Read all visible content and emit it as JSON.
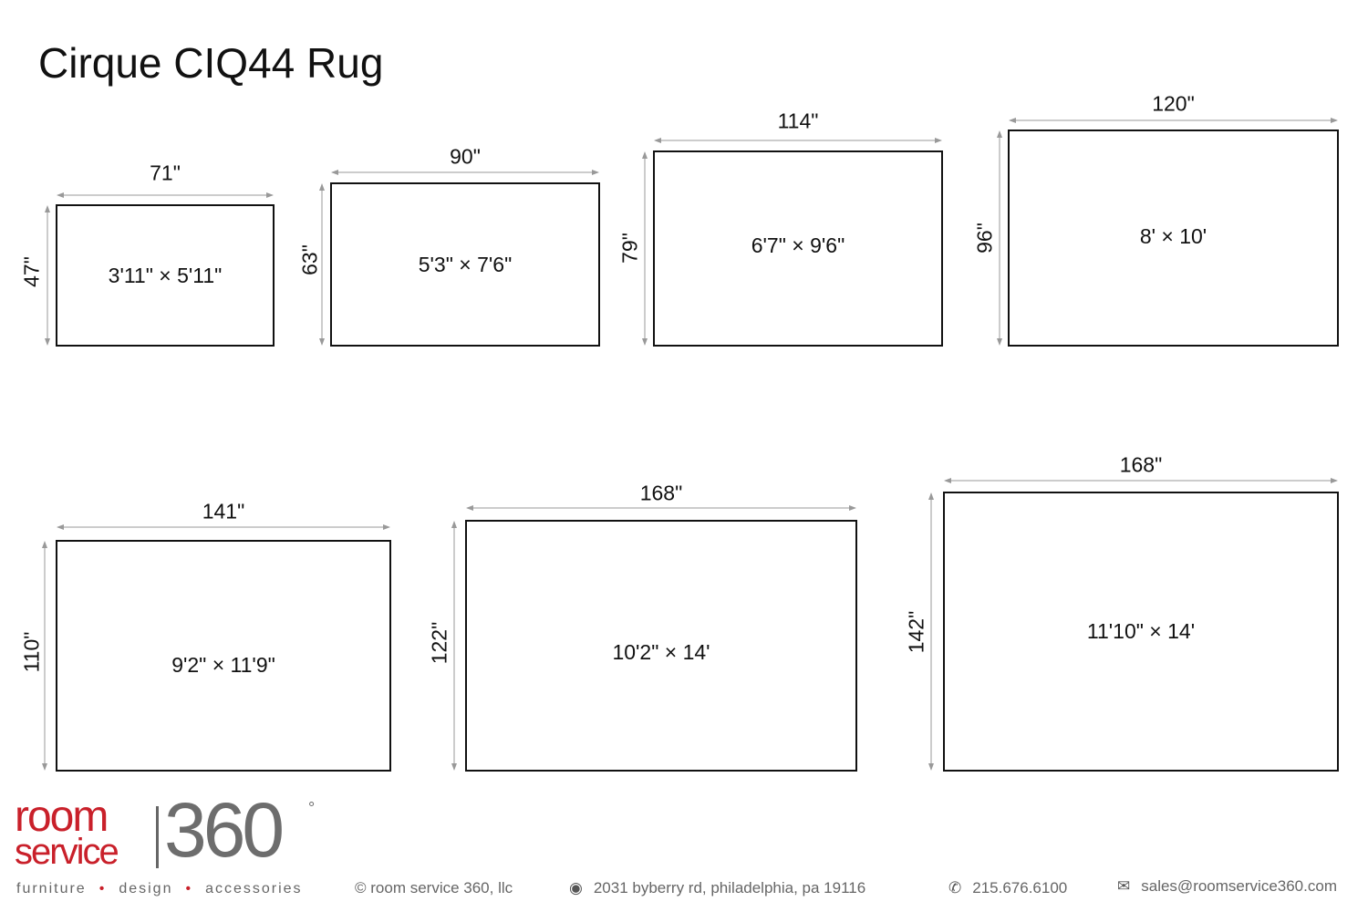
{
  "title": "Cirque CIQ44 Rug",
  "rugs": [
    {
      "width_label": "71\"",
      "height_label": "47\"",
      "size_label": "3'11\" × 5'11\""
    },
    {
      "width_label": "90\"",
      "height_label": "63\"",
      "size_label": "5'3\" × 7'6\""
    },
    {
      "width_label": "114\"",
      "height_label": "79\"",
      "size_label": "6'7\" × 9'6\""
    },
    {
      "width_label": "120\"",
      "height_label": "96\"",
      "size_label": "8' × 10'"
    },
    {
      "width_label": "141\"",
      "height_label": "110\"",
      "size_label": "9'2\" × 11'9\""
    },
    {
      "width_label": "168\"",
      "height_label": "122\"",
      "size_label": "10'2\" × 14'"
    },
    {
      "width_label": "168\"",
      "height_label": "142\"",
      "size_label": "11'10\" × 14'"
    }
  ],
  "logo": {
    "line1": "room",
    "line2": "service",
    "number": "360",
    "degree": "°"
  },
  "tagline": {
    "items": [
      "furniture",
      "design",
      "accessories"
    ],
    "separator": "•"
  },
  "footer": {
    "copyright": "© room service 360, llc",
    "address": "2031 byberry rd, philadelphia, pa 19116",
    "phone": "215.676.6100",
    "email": "sales@roomservice360.com"
  },
  "colors": {
    "brand_red": "#c9202a",
    "brand_gray": "#6d6d6d"
  }
}
